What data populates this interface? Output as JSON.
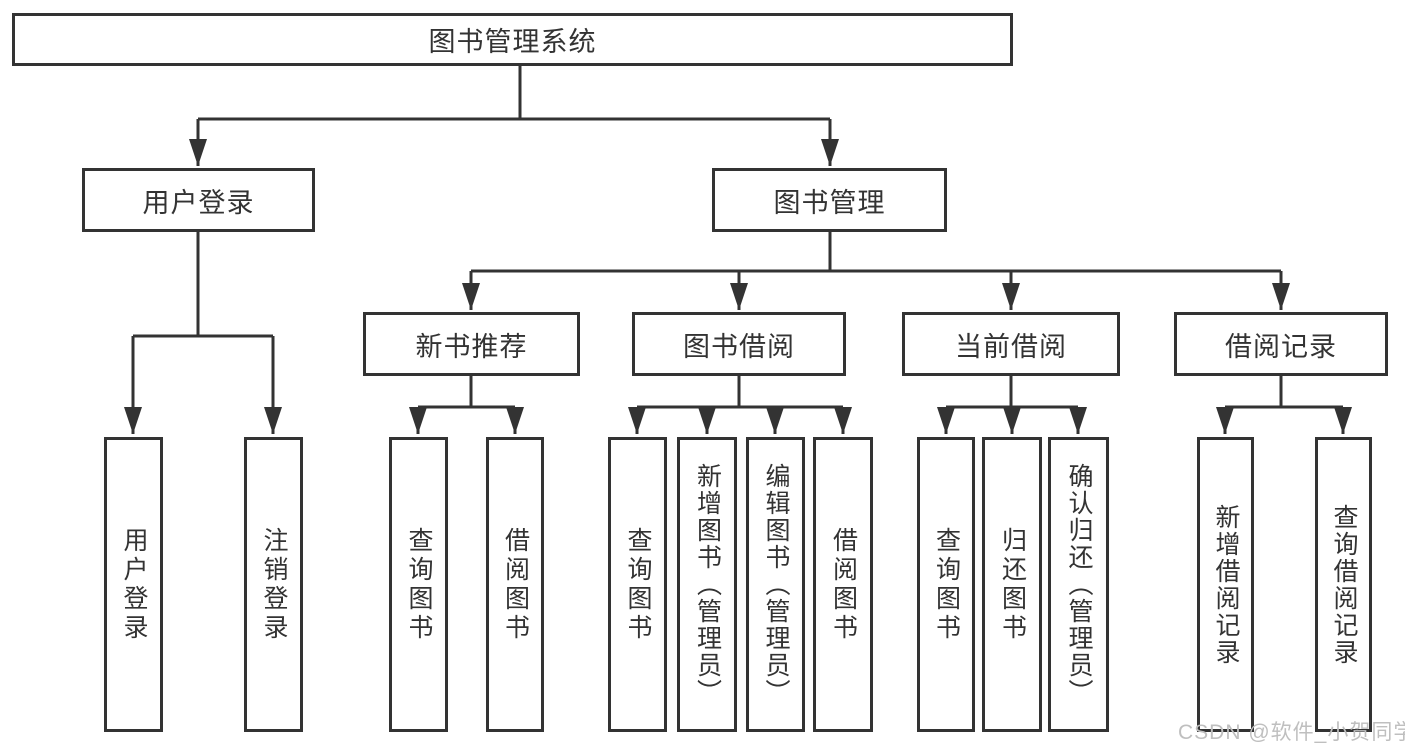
{
  "diagram": {
    "title_node": "图书管理系统",
    "level1": [
      "用户登录",
      "图书管理"
    ],
    "level2": [
      "新书推荐",
      "图书借阅",
      "当前借阅",
      "借阅记录"
    ],
    "leaves_user_login": [
      "用户登录",
      "注销登录"
    ],
    "leaves_new_book": [
      "查询图书",
      "借阅图书"
    ],
    "leaves_book_borrow": [
      "查询图书",
      "新增图书（管理员）",
      "编辑图书（管理员）",
      "借阅图书"
    ],
    "leaves_current_borrow": [
      "查询图书",
      "归还图书",
      "确认归还（管理员）"
    ],
    "leaves_borrow_record": [
      "新增借阅记录",
      "查询借阅记录"
    ]
  },
  "watermark": {
    "text": "CSDN @软件_小贺同学"
  },
  "colors": {
    "line": "#333333",
    "box_border": "#333333",
    "box_background": "#ffffff",
    "text": "#333333",
    "watermark": "#bfbfbf",
    "background": "#ffffff"
  }
}
